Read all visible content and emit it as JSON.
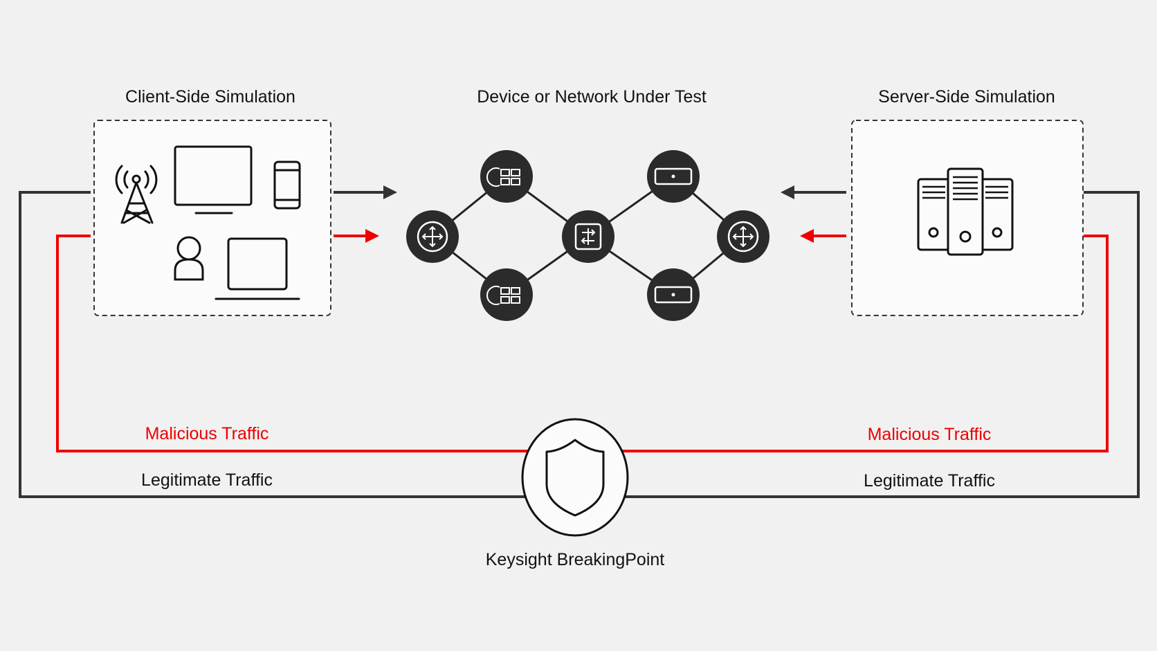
{
  "client": {
    "title": "Client-Side Simulation"
  },
  "dut": {
    "title": "Device or Network Under Test"
  },
  "server": {
    "title": "Server-Side Simulation"
  },
  "tool": {
    "name": "Keysight BreakingPoint"
  },
  "traffic": {
    "left_malicious": "Malicious Traffic",
    "left_legitimate": "Legitimate Traffic",
    "right_malicious": "Malicious Traffic",
    "right_legitimate": "Legitimate Traffic"
  },
  "colors": {
    "background": "#f1f1f1",
    "legitimate": "#333333",
    "malicious": "#e00000",
    "node": "#2b2b2b"
  },
  "icons": {
    "client": [
      "cell-tower-icon",
      "monitor-icon",
      "smartphone-icon",
      "user-icon",
      "laptop-icon"
    ],
    "server": [
      "server-rack-icon"
    ],
    "dut": [
      "router-icon",
      "firewall-icon",
      "switch-icon",
      "load-balancer-icon"
    ],
    "tool": [
      "shield-icon"
    ]
  }
}
